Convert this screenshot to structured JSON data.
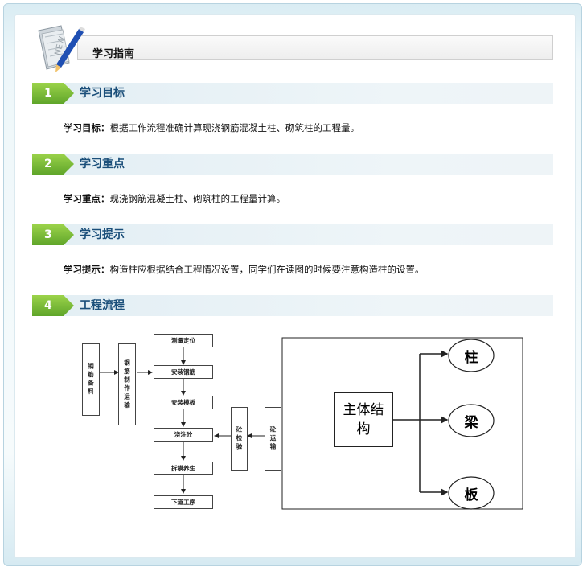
{
  "header": {
    "title": "学习指南",
    "icon_text": "NEW"
  },
  "sections": [
    {
      "number": "1",
      "title": "学习目标",
      "label": "学习目标：",
      "text": "根据工作流程准确计算现浇钢筋混凝土柱、砌筑柱的工程量。"
    },
    {
      "number": "2",
      "title": "学习重点",
      "label": "学习重点：",
      "text": "现浇钢筋混凝土柱、砌筑柱的工程量计算。"
    },
    {
      "number": "3",
      "title": "学习提示",
      "label": "学习提示：",
      "text": "构造柱应根据结合工程情况设置，同学们在读图的时候要注意构造柱的设置。"
    },
    {
      "number": "4",
      "title": "工程流程"
    }
  ],
  "flow": {
    "left_col": [
      "钢筋备料",
      "钢筋制作运输"
    ],
    "main_steps": [
      "测量定位",
      "安装钢筋",
      "安装模板",
      "浇注砼",
      "拆模养生",
      "下道工序"
    ],
    "right_col": [
      "砼检验",
      "砼运输"
    ],
    "structure": {
      "main": "主体结构",
      "parts": [
        "柱",
        "梁",
        "板"
      ]
    }
  },
  "colors": {
    "accent_green": "#6bb52f",
    "section_title": "#1b4f7a",
    "bar_bg": "#e8f1f5"
  }
}
